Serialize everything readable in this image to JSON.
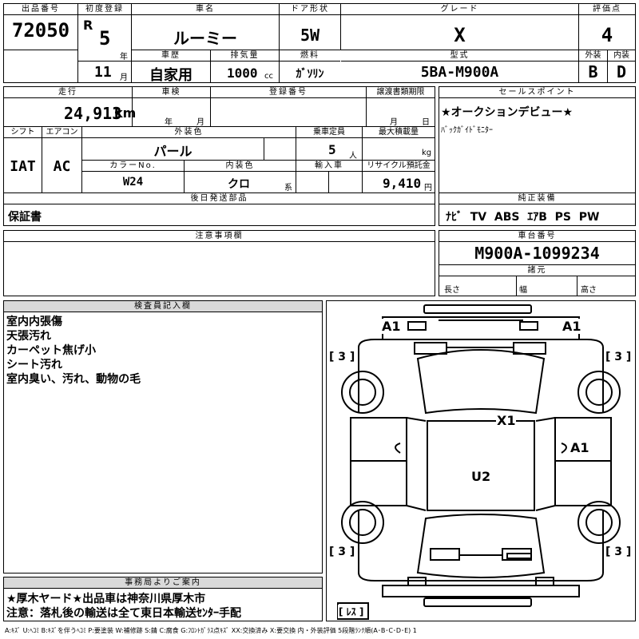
{
  "header": {
    "lot_no_label": "出品番号",
    "lot_no": "72050",
    "first_reg_label": "初度登録",
    "era": "R",
    "year": "5",
    "year_unit": "年",
    "month": "11",
    "month_unit": "月",
    "car_name_label": "車名",
    "car_name": "ルーミー",
    "door_label": "ドア形状",
    "door": "5W",
    "grade_label": "グレード",
    "grade": "X",
    "score_label": "評価点",
    "score": "4",
    "history_label": "車歴",
    "history": "自家用",
    "displacement_label": "排気量",
    "displacement": "1000",
    "displacement_unit": "cc",
    "fuel_label": "燃料",
    "fuel": "ｶﾞｿﾘﾝ",
    "model_label": "型式",
    "model": "5BA-M900A",
    "exterior_label": "外装",
    "exterior": "B",
    "interior_label": "内装",
    "interior": "D"
  },
  "row2": {
    "mileage_label": "走行",
    "mileage": "24,913",
    "mileage_unit": "km",
    "inspection_label": "車検",
    "year_unit": "年",
    "month_unit": "月",
    "reg_no_label": "登録番号",
    "transfer_label": "譲渡書類期限",
    "day_unit": "日",
    "sales_label": "セールスポイント",
    "sales_1": "★オークションデビュー★",
    "sales_2": "ﾊﾞｯｸｶﾞｲﾄﾞﾓﾆﾀｰ"
  },
  "row3": {
    "shift_label": "シフト",
    "shift": "IAT",
    "ac_label": "エアコン",
    "ac": "AC",
    "color_label": "外装色",
    "color": "パール",
    "capacity_label": "乗車定員",
    "capacity": "5",
    "capacity_unit": "人",
    "load_label": "最大積載量",
    "load_unit": "kg",
    "color_no_label": "カラーNo.",
    "color_no": "W24",
    "int_color_label": "内装色",
    "int_color": "クロ",
    "int_color_unit": "系",
    "import_label": "輸入車",
    "recycle_label": "リサイクル預託金",
    "recycle": "9,410",
    "recycle_unit": "円"
  },
  "later_parts": {
    "label": "後日発送部品",
    "value": "保証書"
  },
  "equipment": {
    "label": "純正装備",
    "value": "ﾅﾋﾞ  TV  ABS  ｴｱB  PS  PW"
  },
  "notes": {
    "label": "注意事項欄"
  },
  "chassis": {
    "label": "車台番号",
    "value": "M900A-1099234",
    "specs_label": "諸元",
    "length_label": "長さ",
    "width_label": "幅",
    "height_label": "高さ"
  },
  "inspector": {
    "label": "検査員記入欄",
    "lines": [
      "室内内張傷",
      "天張汚れ",
      "カーペット焦げ小",
      "シート汚れ",
      "室内臭い、汚れ、動物の毛"
    ]
  },
  "office": {
    "label": "事務局よりご案内",
    "line1": "★厚木ヤード★出品車は神奈川県厚木市",
    "line2": "注意：落札後の輸送は全て東日本輸送ｾﾝﾀｰ手配"
  },
  "diagram": {
    "marks": {
      "a1_left": "A1",
      "a1_right": "A1",
      "x1": "X1",
      "a1_side": "A1",
      "u2": "U2",
      "tire_fl": "[ 3 ]",
      "tire_fr": "[ 3 ]",
      "tire_rl": "[ 3 ]",
      "tire_rr": "[ 3 ]",
      "spare": "[ ﾚｽ ]"
    }
  },
  "legend": "A:ｷｽﾞ U:ﾍｺﾐ B:ｷｽﾞを伴うﾍｺﾐ P:要塗装 W:補修跡 S:錆 C:腐食 G:ﾌﾛﾝﾄｶﾞﾗｽ点ｷｽﾞ XX:交換済み X:要交換 内・外装評価 5段階ﾗﾝｸ順(A･B･C･D･E) 1"
}
